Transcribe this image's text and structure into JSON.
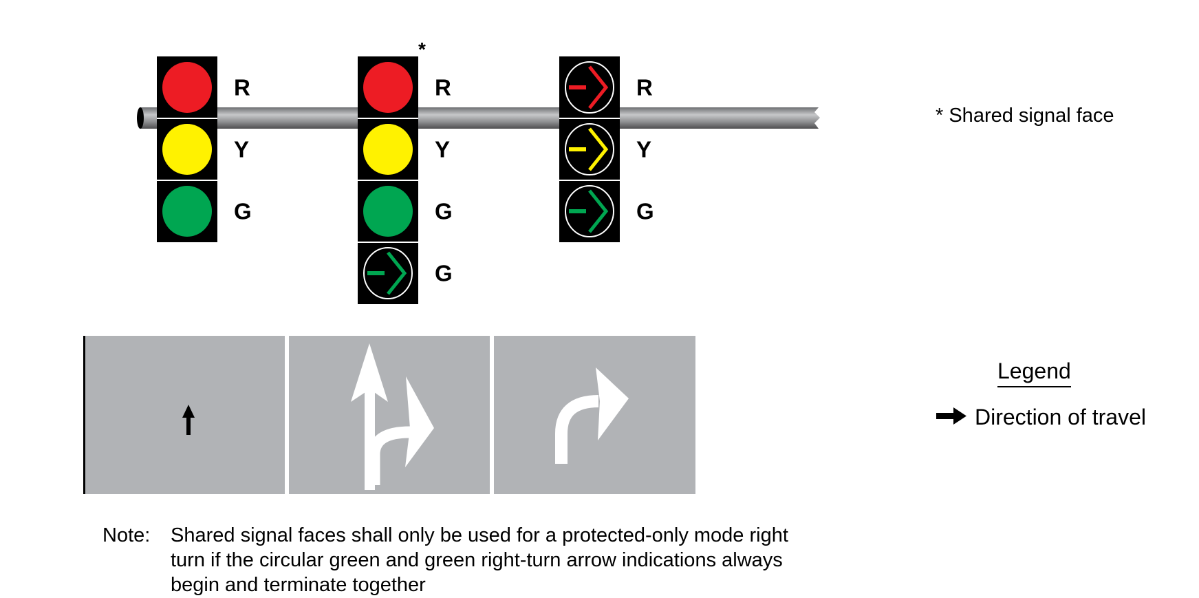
{
  "signals": [
    {
      "id": "left",
      "indications": [
        {
          "type": "circle",
          "color": "R"
        },
        {
          "type": "circle",
          "color": "Y"
        },
        {
          "type": "circle",
          "color": "G"
        }
      ]
    },
    {
      "id": "shared",
      "shared": true,
      "indications": [
        {
          "type": "circle",
          "color": "R"
        },
        {
          "type": "circle",
          "color": "Y"
        },
        {
          "type": "circle",
          "color": "G"
        },
        {
          "type": "right-arrow",
          "color": "G"
        }
      ]
    },
    {
      "id": "right",
      "indications": [
        {
          "type": "right-arrow",
          "color": "R"
        },
        {
          "type": "right-arrow",
          "color": "Y"
        },
        {
          "type": "right-arrow",
          "color": "G"
        }
      ]
    }
  ],
  "labels": {
    "R": "R",
    "Y": "Y",
    "G": "G",
    "asterisk": "*"
  },
  "colors": {
    "R": "#ed1c24",
    "Y": "#fff200",
    "G": "#00a651",
    "housing": "#000000",
    "pavement": "#b1b3b6"
  },
  "footnote": "* Shared signal face",
  "legend": {
    "title": "Legend",
    "item": "Direction of travel"
  },
  "note": {
    "key": "Note:",
    "lines": [
      "Shared signal faces shall only be used for a protected-only mode right",
      "turn if the circular green and green right-turn arrow indications always",
      "begin and terminate together"
    ]
  }
}
